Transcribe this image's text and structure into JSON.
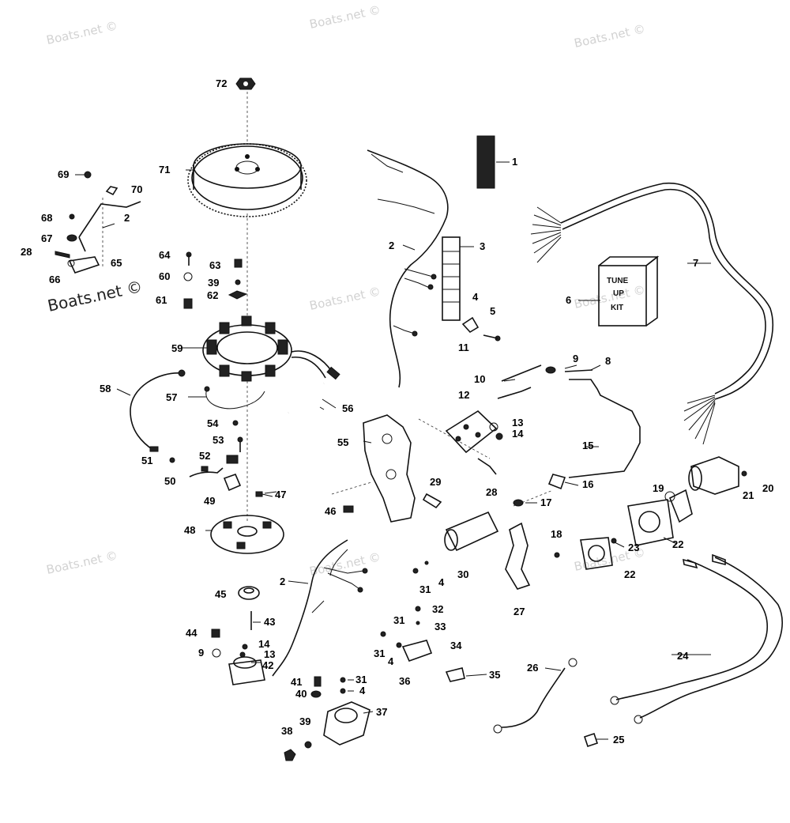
{
  "watermark_text": "Boats.net ©",
  "kit_label": {
    "line1": "TUNE",
    "line2": "UP",
    "line3": "KIT"
  },
  "callouts": [
    "1",
    "2",
    "3",
    "4",
    "5",
    "6",
    "7",
    "8",
    "9",
    "10",
    "11",
    "12",
    "13",
    "14",
    "15",
    "16",
    "17",
    "18",
    "19",
    "20",
    "21",
    "22",
    "23",
    "24",
    "25",
    "26",
    "27",
    "28",
    "29",
    "30",
    "31",
    "32",
    "33",
    "34",
    "35",
    "36",
    "37",
    "38",
    "39",
    "40",
    "41",
    "42",
    "43",
    "44",
    "45",
    "46",
    "47",
    "48",
    "49",
    "50",
    "51",
    "52",
    "53",
    "54",
    "55",
    "56",
    "57",
    "58",
    "59",
    "60",
    "61",
    "62",
    "63",
    "64",
    "65",
    "66",
    "67",
    "68",
    "69",
    "70",
    "71",
    "72"
  ]
}
